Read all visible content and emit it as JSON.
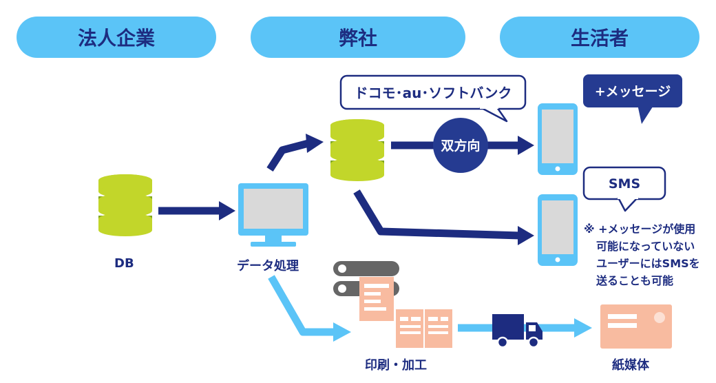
{
  "headers": {
    "corporate": "法人企業",
    "our_company": "弊社",
    "consumer": "生活者"
  },
  "labels": {
    "db": "DB",
    "data_processing": "データ処理",
    "print_processing": "印刷・加工",
    "paper_media": "紙媒体",
    "carriers": "ドコモ･au･ソフトバンク",
    "bidirectional": "双方向",
    "plus_message": "+メッセージ",
    "sms": "SMS"
  },
  "note": {
    "line1": "※ +メッセージが使用",
    "line2": "可能になっていない",
    "line3": "ユーザーにはSMSを",
    "line4": "送ることも可能"
  },
  "colors": {
    "header_bg": "#5bc4f7",
    "navy": "#1d2c80",
    "light_blue": "#5bc4f7",
    "db_green": "#c2d62a",
    "db_dark_green": "#7da51f",
    "paper_pink": "#f8bba0",
    "server_gray": "#666666"
  }
}
